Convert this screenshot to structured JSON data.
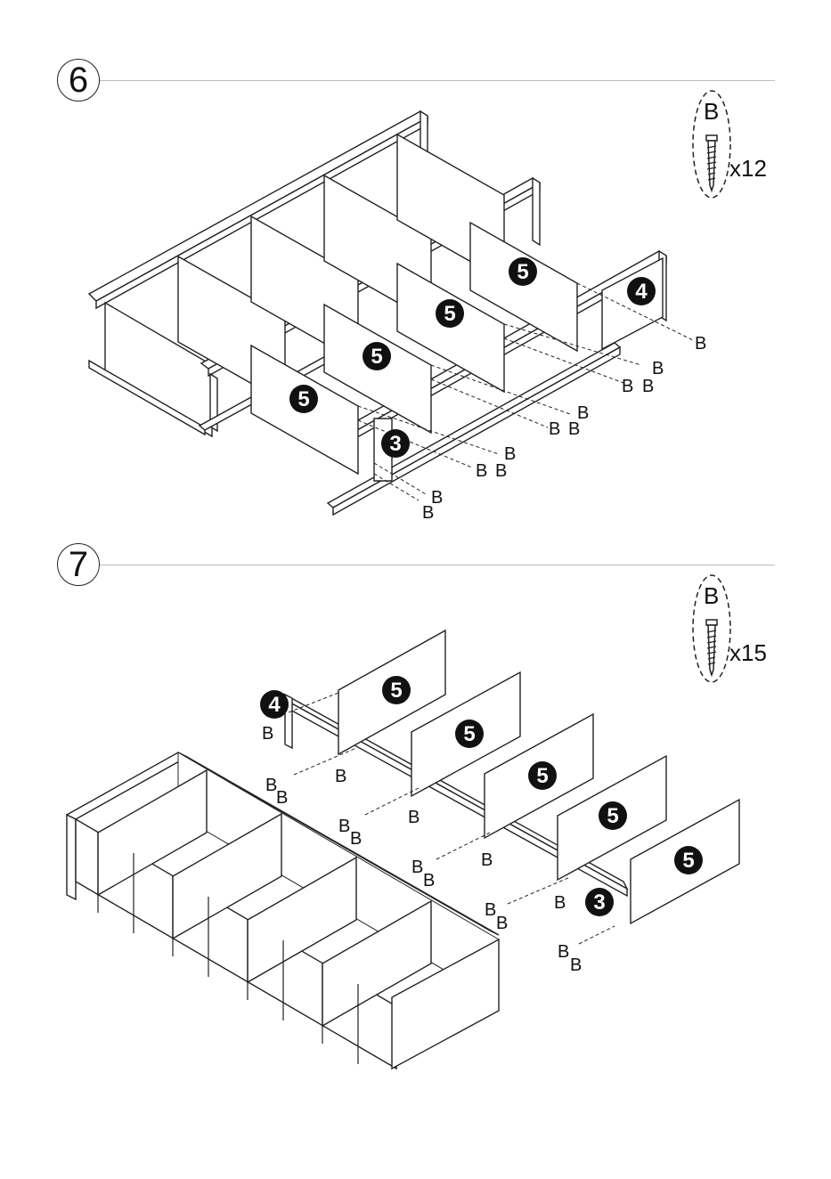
{
  "steps": [
    {
      "number": "6",
      "hardware": {
        "letter": "B",
        "quantity": "x12"
      },
      "panel_labels": [
        "5",
        "5",
        "5",
        "5",
        "4",
        "3"
      ],
      "screw_label": "B"
    },
    {
      "number": "7",
      "hardware": {
        "letter": "B",
        "quantity": "x15"
      },
      "panel_labels": [
        "5",
        "5",
        "5",
        "5",
        "5",
        "4",
        "3"
      ],
      "screw_label": "B"
    }
  ]
}
